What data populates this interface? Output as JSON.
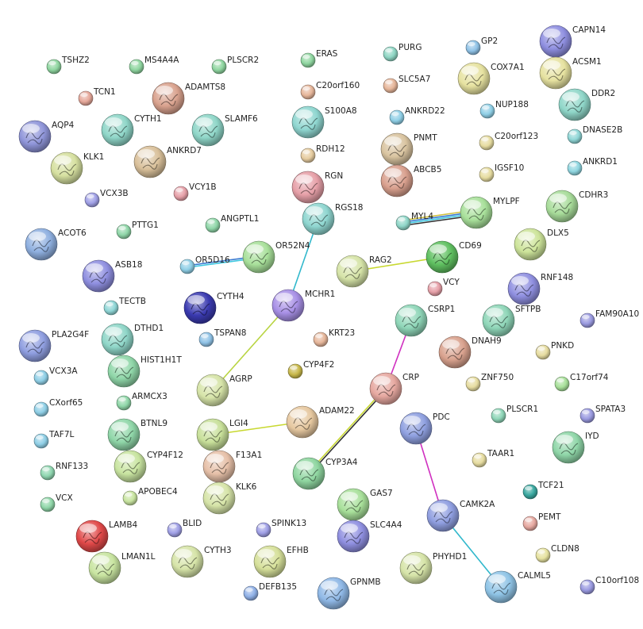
{
  "nodes": [
    {
      "id": "TSHZ2",
      "label": "TSHZ2",
      "color": "#8fd6a0",
      "size": "s",
      "structure": false
    },
    {
      "id": "MS4A4A",
      "label": "MS4A4A",
      "color": "#8fd6a0",
      "size": "s",
      "structure": false
    },
    {
      "id": "PLSCR2",
      "label": "PLSCR2",
      "color": "#8fd6a0",
      "size": "s",
      "structure": false
    },
    {
      "id": "ERAS",
      "label": "ERAS",
      "color": "#8fd6a0",
      "size": "s",
      "structure": false
    },
    {
      "id": "PURG",
      "label": "PURG",
      "color": "#8fd6c4",
      "size": "s",
      "structure": false
    },
    {
      "id": "GP2",
      "label": "GP2",
      "color": "#8fc2e6",
      "size": "s",
      "structure": false
    },
    {
      "id": "CAPN14",
      "label": "CAPN14",
      "color": "#8f8fe0",
      "size": "l",
      "structure": true
    },
    {
      "id": "COX7A1",
      "label": "COX7A1",
      "color": "#e6e2a0",
      "size": "l",
      "structure": true
    },
    {
      "id": "ACSM1",
      "label": "ACSM1",
      "color": "#e6e2a0",
      "size": "l",
      "structure": true
    },
    {
      "id": "TCN1",
      "label": "TCN1",
      "color": "#e6a89a",
      "size": "s",
      "structure": false
    },
    {
      "id": "ADAMTS8",
      "label": "ADAMTS8",
      "color": "#d9a28e",
      "size": "l",
      "structure": true
    },
    {
      "id": "C20orf160",
      "label": "C20orf160",
      "color": "#e6b69a",
      "size": "s",
      "structure": false
    },
    {
      "id": "SLC5A7",
      "label": "SLC5A7",
      "color": "#e6b69a",
      "size": "s",
      "structure": false
    },
    {
      "id": "NUP188",
      "label": "NUP188",
      "color": "#8fcfe6",
      "size": "s",
      "structure": false
    },
    {
      "id": "DDR2",
      "label": "DDR2",
      "color": "#8fd6c8",
      "size": "l",
      "structure": true
    },
    {
      "id": "AQP4",
      "label": "AQP4",
      "color": "#8f95d9",
      "size": "l",
      "structure": true
    },
    {
      "id": "CYTH1",
      "label": "CYTH1",
      "color": "#8fd6c8",
      "size": "l",
      "structure": true
    },
    {
      "id": "SLAMF6",
      "label": "SLAMF6",
      "color": "#8fd6c8",
      "size": "l",
      "structure": true
    },
    {
      "id": "S100A8",
      "label": "S100A8",
      "color": "#8fd6d0",
      "size": "l",
      "structure": true
    },
    {
      "id": "ANKRD22",
      "label": "ANKRD22",
      "color": "#8fcfe6",
      "size": "s",
      "structure": false
    },
    {
      "id": "PNMT",
      "label": "PNMT",
      "color": "#d9c4a0",
      "size": "l",
      "structure": true
    },
    {
      "id": "C20orf123",
      "label": "C20orf123",
      "color": "#e6dca0",
      "size": "s",
      "structure": false
    },
    {
      "id": "DNASE2B",
      "label": "DNASE2B",
      "color": "#8fd6d6",
      "size": "s",
      "structure": false
    },
    {
      "id": "KLK1",
      "label": "KLK1",
      "color": "#d6e0a0",
      "size": "l",
      "structure": true
    },
    {
      "id": "ANKRD7",
      "label": "ANKRD7",
      "color": "#d9c09a",
      "size": "l",
      "structure": true
    },
    {
      "id": "RDH12",
      "label": "RDH12",
      "color": "#e6cca0",
      "size": "s",
      "structure": false
    },
    {
      "id": "ABCB5",
      "label": "ABCB5",
      "color": "#d9a08e",
      "size": "l",
      "structure": true
    },
    {
      "id": "IGSF10",
      "label": "IGSF10",
      "color": "#e6dca0",
      "size": "s",
      "structure": false
    },
    {
      "id": "ANKRD1",
      "label": "ANKRD1",
      "color": "#8fd6e0",
      "size": "s",
      "structure": false
    },
    {
      "id": "VCX3B",
      "label": "VCX3B",
      "color": "#a0a0e6",
      "size": "s",
      "structure": false
    },
    {
      "id": "VCY1B",
      "label": "VCY1B",
      "color": "#e6a0a8",
      "size": "s",
      "structure": false
    },
    {
      "id": "RGN",
      "label": "RGN",
      "color": "#e6a0a8",
      "size": "l",
      "structure": true
    },
    {
      "id": "CDHR3",
      "label": "CDHR3",
      "color": "#a8dc9a",
      "size": "l",
      "structure": true
    },
    {
      "id": "RGS18",
      "label": "RGS18",
      "color": "#8fd6d0",
      "size": "l",
      "structure": true
    },
    {
      "id": "MYL4",
      "label": "MYL4",
      "color": "#8fd6c8",
      "size": "s",
      "structure": false
    },
    {
      "id": "MYLPF",
      "label": "MYLPF",
      "color": "#a8e09a",
      "size": "l",
      "structure": true
    },
    {
      "id": "ANGPTL1",
      "label": "ANGPTL1",
      "color": "#8fd6a8",
      "size": "s",
      "structure": false
    },
    {
      "id": "PTTG1",
      "label": "PTTG1",
      "color": "#8fd6a8",
      "size": "s",
      "structure": false
    },
    {
      "id": "ACOT6",
      "label": "ACOT6",
      "color": "#8fb0e0",
      "size": "l",
      "structure": true
    },
    {
      "id": "DLX5",
      "label": "DLX5",
      "color": "#cde49a",
      "size": "l",
      "structure": true
    },
    {
      "id": "OR52N4",
      "label": "OR52N4",
      "color": "#a8e09a",
      "size": "l",
      "structure": true
    },
    {
      "id": "OR5D16",
      "label": "OR5D16",
      "color": "#8fcfe6",
      "size": "s",
      "structure": false
    },
    {
      "id": "ASB18",
      "label": "ASB18",
      "color": "#8f8fe0",
      "size": "l",
      "structure": true
    },
    {
      "id": "RAG2",
      "label": "RAG2",
      "color": "#d6e4a8",
      "size": "l",
      "structure": true
    },
    {
      "id": "CD69",
      "label": "CD69",
      "color": "#5fc060",
      "size": "l",
      "structure": true
    },
    {
      "id": "RNF148",
      "label": "RNF148",
      "color": "#8f8fe0",
      "size": "l",
      "structure": true
    },
    {
      "id": "VCY",
      "label": "VCY",
      "color": "#e6a0a8",
      "size": "s",
      "structure": false
    },
    {
      "id": "MCHR1",
      "label": "MCHR1",
      "color": "#a890e6",
      "size": "l",
      "structure": true
    },
    {
      "id": "CYTH4",
      "label": "CYTH4",
      "color": "#3a3ab0",
      "size": "l",
      "structure": true
    },
    {
      "id": "TECTB",
      "label": "TECTB",
      "color": "#8fd6d6",
      "size": "s",
      "structure": false
    },
    {
      "id": "CSRP1",
      "label": "CSRP1",
      "color": "#8fd6b8",
      "size": "l",
      "structure": true
    },
    {
      "id": "SFTPB",
      "label": "SFTPB",
      "color": "#8fd6b8",
      "size": "l",
      "structure": true
    },
    {
      "id": "FAM90A10",
      "label": "FAM90A10",
      "color": "#9a9ae0",
      "size": "s",
      "structure": false
    },
    {
      "id": "DTHD1",
      "label": "DTHD1",
      "color": "#8fd6c8",
      "size": "l",
      "structure": true
    },
    {
      "id": "TSPAN8",
      "label": "TSPAN8",
      "color": "#8fc2e6",
      "size": "s",
      "structure": false
    },
    {
      "id": "PLA2G4F",
      "label": "PLA2G4F",
      "color": "#8f9ee0",
      "size": "l",
      "structure": true
    },
    {
      "id": "KRT23",
      "label": "KRT23",
      "color": "#e6b69a",
      "size": "s",
      "structure": false
    },
    {
      "id": "DNAH9",
      "label": "DNAH9",
      "color": "#d9a28e",
      "size": "l",
      "structure": true
    },
    {
      "id": "PNKD",
      "label": "PNKD",
      "color": "#e6dca0",
      "size": "s",
      "structure": false
    },
    {
      "id": "HIST1H1T",
      "label": "HIST1H1T",
      "color": "#8fd6a8",
      "size": "l",
      "structure": true
    },
    {
      "id": "VCX3A",
      "label": "VCX3A",
      "color": "#8fcfe6",
      "size": "s",
      "structure": false
    },
    {
      "id": "CYP4F2",
      "label": "CYP4F2",
      "color": "#c8b84a",
      "size": "s",
      "structure": false
    },
    {
      "id": "AGRP",
      "label": "AGRP",
      "color": "#d6e4a8",
      "size": "l",
      "structure": true
    },
    {
      "id": "CRP",
      "label": "CRP",
      "color": "#e6a8a0",
      "size": "l",
      "structure": true
    },
    {
      "id": "ZNF750",
      "label": "ZNF750",
      "color": "#e6dca0",
      "size": "s",
      "structure": false
    },
    {
      "id": "C17orf74",
      "label": "C17orf74",
      "color": "#a8e09a",
      "size": "s",
      "structure": false
    },
    {
      "id": "ARMCX3",
      "label": "ARMCX3",
      "color": "#8fd6a8",
      "size": "s",
      "structure": false
    },
    {
      "id": "CXorf65",
      "label": "CXorf65",
      "color": "#8fcfe6",
      "size": "s",
      "structure": false
    },
    {
      "id": "SPATA3",
      "label": "SPATA3",
      "color": "#9a9ae0",
      "size": "s",
      "structure": false
    },
    {
      "id": "BTNL9",
      "label": "BTNL9",
      "color": "#8fd6a8",
      "size": "l",
      "structure": true
    },
    {
      "id": "ADAM22",
      "label": "ADAM22",
      "color": "#e6c8a0",
      "size": "l",
      "structure": true
    },
    {
      "id": "PDC",
      "label": "PDC",
      "color": "#8fa0e0",
      "size": "l",
      "structure": true
    },
    {
      "id": "PLSCR1",
      "label": "PLSCR1",
      "color": "#8fd6b8",
      "size": "s",
      "structure": false
    },
    {
      "id": "TAF7L",
      "label": "TAF7L",
      "color": "#8fcfe6",
      "size": "s",
      "structure": false
    },
    {
      "id": "LGI4",
      "label": "LGI4",
      "color": "#c8e09a",
      "size": "l",
      "structure": true
    },
    {
      "id": "F13A1",
      "label": "F13A1",
      "color": "#e6c0a8",
      "size": "l",
      "structure": true
    },
    {
      "id": "CYP4F12",
      "label": "CYP4F12",
      "color": "#c8e4a0",
      "size": "l",
      "structure": true
    },
    {
      "id": "IYD",
      "label": "IYD",
      "color": "#8fd6a8",
      "size": "l",
      "structure": true
    },
    {
      "id": "CYP3A4",
      "label": "CYP3A4",
      "color": "#8fd6a0",
      "size": "l",
      "structure": true
    },
    {
      "id": "TAAR1",
      "label": "TAAR1",
      "color": "#e6dca0",
      "size": "s",
      "structure": false
    },
    {
      "id": "RNF133",
      "label": "RNF133",
      "color": "#8fd6b0",
      "size": "s",
      "structure": false
    },
    {
      "id": "APOBEC4",
      "label": "APOBEC4",
      "color": "#c8e4a0",
      "size": "s",
      "structure": false
    },
    {
      "id": "KLK6",
      "label": "KLK6",
      "color": "#d6e4a8",
      "size": "l",
      "structure": true
    },
    {
      "id": "TCF21",
      "label": "TCF21",
      "color": "#3aa8a0",
      "size": "s",
      "structure": false
    },
    {
      "id": "GAS7",
      "label": "GAS7",
      "color": "#a8e09a",
      "size": "l",
      "structure": true
    },
    {
      "id": "CAMK2A",
      "label": "CAMK2A",
      "color": "#8f9ee0",
      "size": "l",
      "structure": true
    },
    {
      "id": "VCX",
      "label": "VCX",
      "color": "#8fd6a8",
      "size": "s",
      "structure": false
    },
    {
      "id": "PEMT",
      "label": "PEMT",
      "color": "#e6a8a0",
      "size": "s",
      "structure": false
    },
    {
      "id": "LAMB4",
      "label": "LAMB4",
      "color": "#e04848",
      "size": "l",
      "structure": true
    },
    {
      "id": "BLID",
      "label": "BLID",
      "color": "#a0a0e6",
      "size": "s",
      "structure": false
    },
    {
      "id": "SPINK13",
      "label": "SPINK13",
      "color": "#a0a0e6",
      "size": "s",
      "structure": false
    },
    {
      "id": "SLC4A4",
      "label": "SLC4A4",
      "color": "#8f8fe0",
      "size": "l",
      "structure": true
    },
    {
      "id": "EFHB",
      "label": "EFHB",
      "color": "#d6e09a",
      "size": "l",
      "structure": true
    },
    {
      "id": "CLDN8",
      "label": "CLDN8",
      "color": "#e6e2a0",
      "size": "s",
      "structure": false
    },
    {
      "id": "CYTH3",
      "label": "CYTH3",
      "color": "#d6e4a8",
      "size": "l",
      "structure": true
    },
    {
      "id": "LMAN1L",
      "label": "LMAN1L",
      "color": "#c8e4a0",
      "size": "l",
      "structure": true
    },
    {
      "id": "PHYHD1",
      "label": "PHYHD1",
      "color": "#d6e4a8",
      "size": "l",
      "structure": true
    },
    {
      "id": "DEFB135",
      "label": "DEFB135",
      "color": "#8fb0e6",
      "size": "s",
      "structure": false
    },
    {
      "id": "GPNMB",
      "label": "GPNMB",
      "color": "#8fb8e6",
      "size": "l",
      "structure": true
    },
    {
      "id": "CALML5",
      "label": "CALML5",
      "color": "#8fc4e6",
      "size": "l",
      "structure": true
    },
    {
      "id": "C10orf108",
      "label": "C10orf108",
      "color": "#9a9ae0",
      "size": "s",
      "structure": false
    }
  ],
  "edges": [
    {
      "source": "OR5D16",
      "target": "OR52N4",
      "colors": [
        "#3a7ad0",
        "#40c8e0"
      ]
    },
    {
      "source": "RGS18",
      "target": "MCHR1",
      "colors": [
        "#30b8cc"
      ]
    },
    {
      "source": "MCHR1",
      "target": "AGRP",
      "colors": [
        "#b8d440"
      ]
    },
    {
      "source": "MYL4",
      "target": "MYLPF",
      "colors": [
        "#d0c040",
        "#3a7ad0",
        "#40c8e0",
        "#303030"
      ]
    },
    {
      "source": "RAG2",
      "target": "CD69",
      "colors": [
        "#c8d830"
      ]
    },
    {
      "source": "CSRP1",
      "target": "CRP",
      "colors": [
        "#d030c0"
      ]
    },
    {
      "source": "CRP",
      "target": "CYP3A4",
      "colors": [
        "#303030",
        "#c8d830"
      ]
    },
    {
      "source": "LGI4",
      "target": "ADAM22",
      "colors": [
        "#c8d830"
      ]
    },
    {
      "source": "PDC",
      "target": "CAMK2A",
      "colors": [
        "#d030c0"
      ]
    },
    {
      "source": "CAMK2A",
      "target": "CALML5",
      "colors": [
        "#30b8cc"
      ]
    }
  ]
}
